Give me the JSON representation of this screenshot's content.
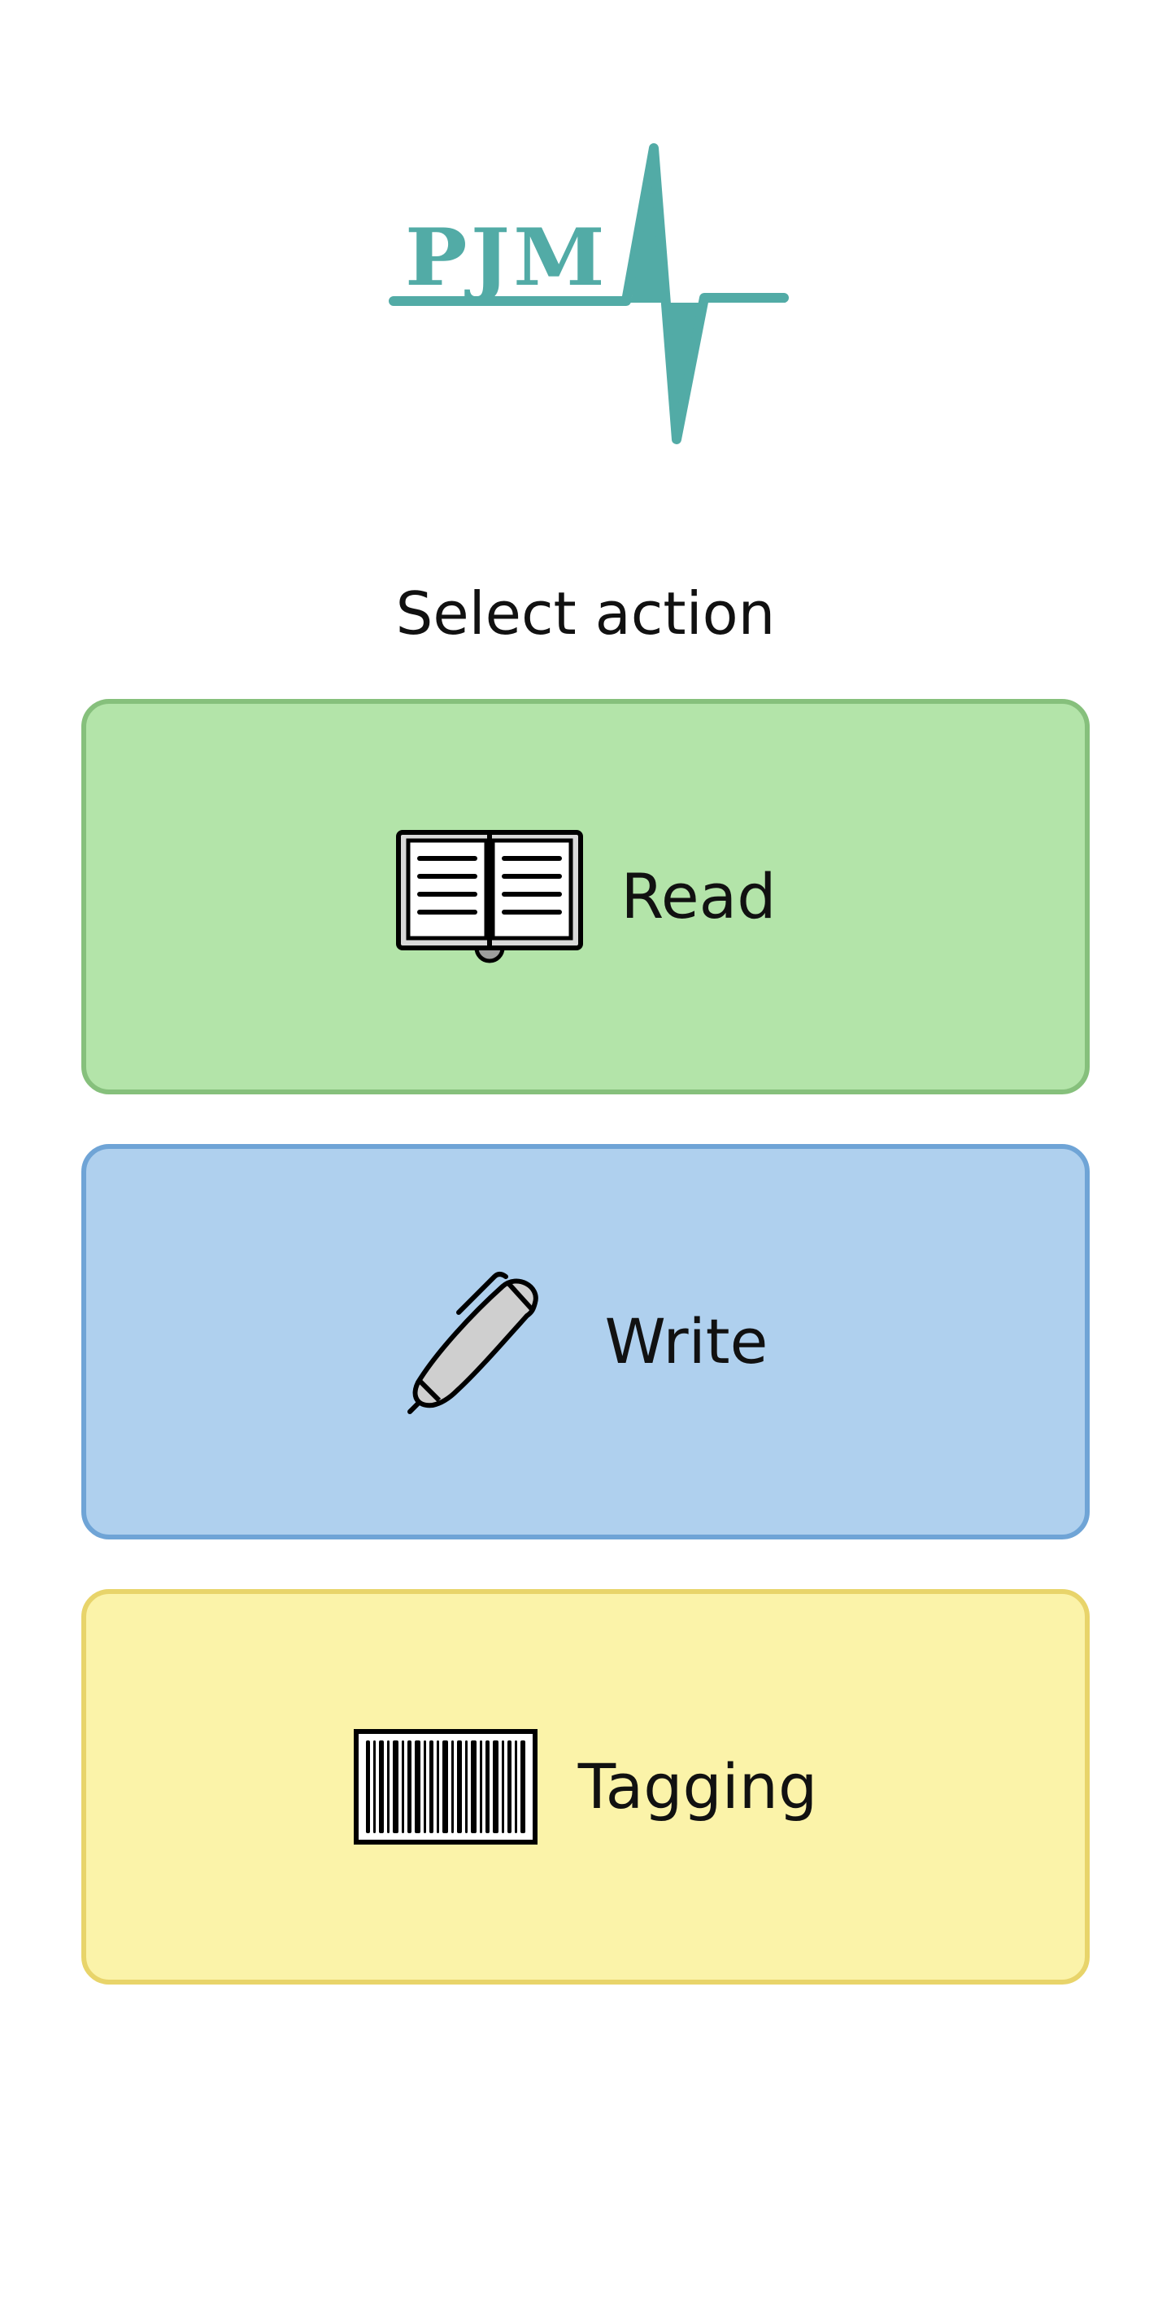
{
  "logo": {
    "text": "PJM",
    "color": "#52aba6",
    "icon": "heartbeat-pulse-logo"
  },
  "page": {
    "heading": "Select action"
  },
  "actions": [
    {
      "label": "Read",
      "icon": "open-book-icon",
      "background": "#b3e4a9",
      "border": "#86c07c"
    },
    {
      "label": "Write",
      "icon": "pen-icon",
      "background": "#afd0ee",
      "border": "#6fa4d6"
    },
    {
      "label": "Tagging",
      "icon": "barcode-icon",
      "background": "#fbf3a9",
      "border": "#e8d46a"
    }
  ]
}
